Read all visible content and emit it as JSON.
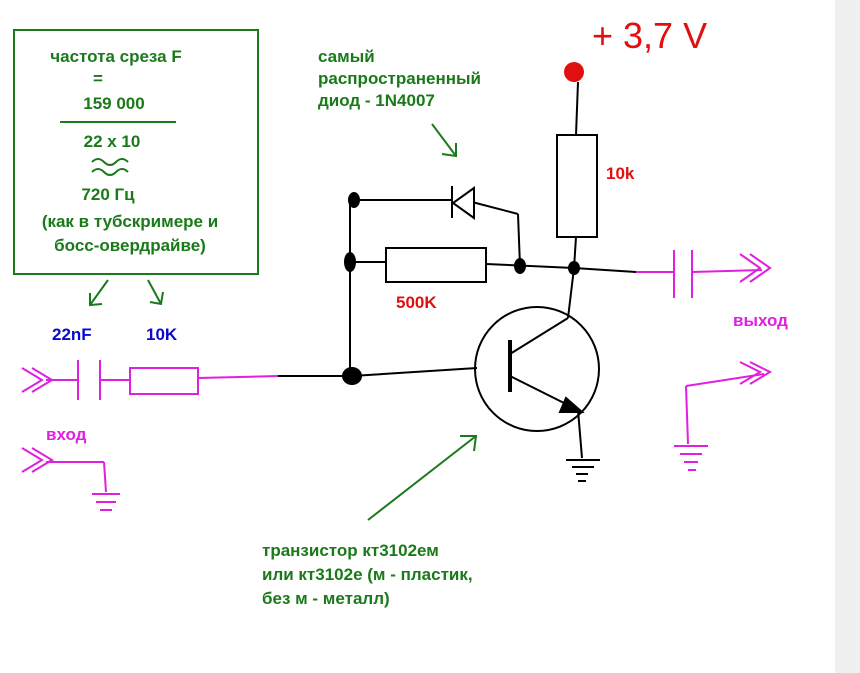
{
  "formula": {
    "title": "частота среза F",
    "equals": "=",
    "numerator": "159 000",
    "denominator": "22 x 10",
    "result": "720 Гц",
    "note_line1": "(как в тубскримере и",
    "note_line2": "босс-овердрайве)"
  },
  "labels": {
    "supply": "+ 3,7 V",
    "diode_line1": "самый",
    "diode_line2": "распространенный",
    "diode_line3": "диод - 1N4007",
    "r_collector": "10k",
    "r_feedback": "500K",
    "c_input": "22nF",
    "r_input": "10K",
    "input": "вход",
    "output": "выход",
    "transistor_line1": "транзистор кт3102ем",
    "transistor_line2": "или кт3102е (м - пластик,",
    "transistor_line3": "без м - металл)"
  },
  "colors": {
    "wire": "#000000",
    "signal": "#e020e0",
    "note": "#1a7a1a",
    "value_red": "#e01010",
    "value_blue": "#0a0ac8",
    "background": "#f0f0f0"
  }
}
